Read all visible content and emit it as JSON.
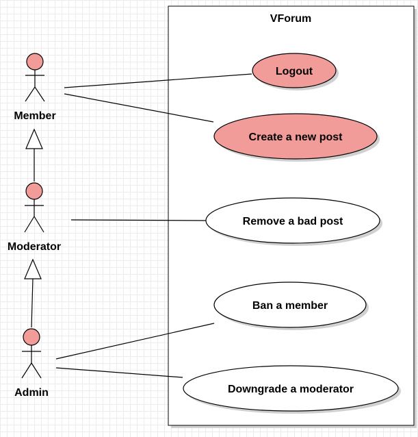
{
  "system": {
    "title": "VForum"
  },
  "actors": {
    "member": {
      "label": "Member"
    },
    "moderator": {
      "label": "Moderator"
    },
    "admin": {
      "label": "Admin"
    }
  },
  "use_cases": {
    "logout": {
      "label": "Logout",
      "highlighted": true
    },
    "create_post": {
      "label": "Create a new post",
      "highlighted": true
    },
    "remove_bad_post": {
      "label": "Remove a bad post",
      "highlighted": false
    },
    "ban_member": {
      "label": "Ban a member",
      "highlighted": false
    },
    "downgrade_moderator": {
      "label": "Downgrade a moderator",
      "highlighted": false
    }
  },
  "colors": {
    "highlight_fill": "#f19c99",
    "default_fill": "#ffffff",
    "stroke": "#000000",
    "shadow": "#d0d0d0"
  }
}
